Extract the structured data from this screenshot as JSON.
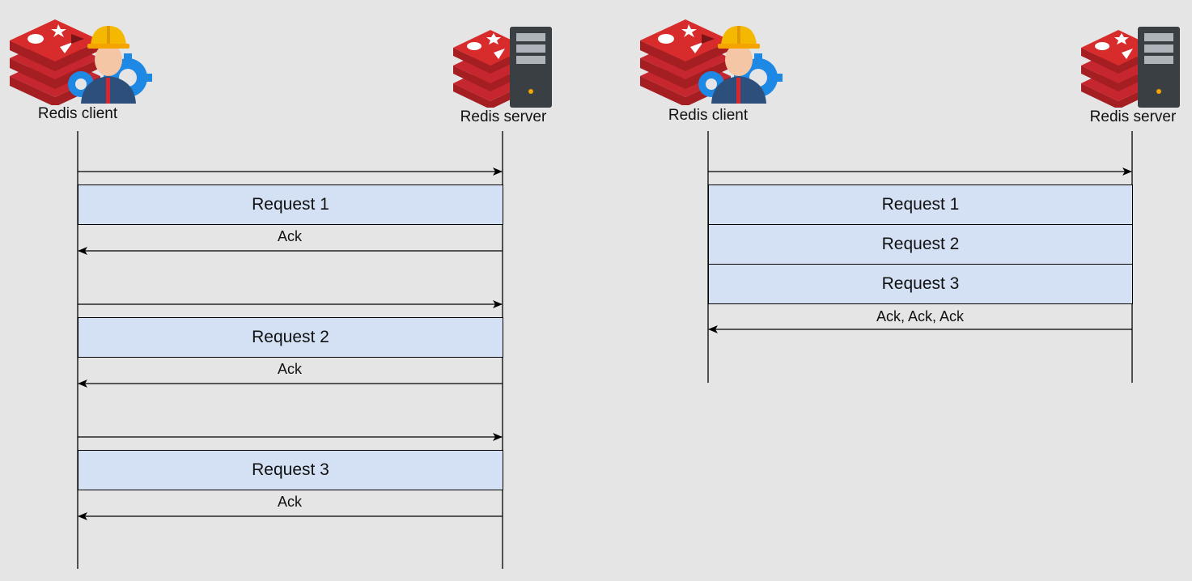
{
  "colors": {
    "background": "#e5e5e5",
    "request_box": "#d4e1f5",
    "redis_red": "#c6262e",
    "server_gray": "#3a3f44",
    "helmet_yellow": "#f5b800",
    "gear_blue": "#1e88e5"
  },
  "left": {
    "client": {
      "label": "Redis client",
      "icon": "redis-client-engineer-icon"
    },
    "server": {
      "label": "Redis server",
      "icon": "redis-server-icon"
    },
    "requests": [
      {
        "label": "Request 1",
        "ack": "Ack"
      },
      {
        "label": "Request 2",
        "ack": "Ack"
      },
      {
        "label": "Request 3",
        "ack": "Ack"
      }
    ]
  },
  "right": {
    "client": {
      "label": "Redis client",
      "icon": "redis-client-engineer-icon"
    },
    "server": {
      "label": "Redis server",
      "icon": "redis-server-icon"
    },
    "requests": [
      {
        "label": "Request 1"
      },
      {
        "label": "Request 2"
      },
      {
        "label": "Request 3"
      }
    ],
    "ack": "Ack, Ack, Ack"
  }
}
